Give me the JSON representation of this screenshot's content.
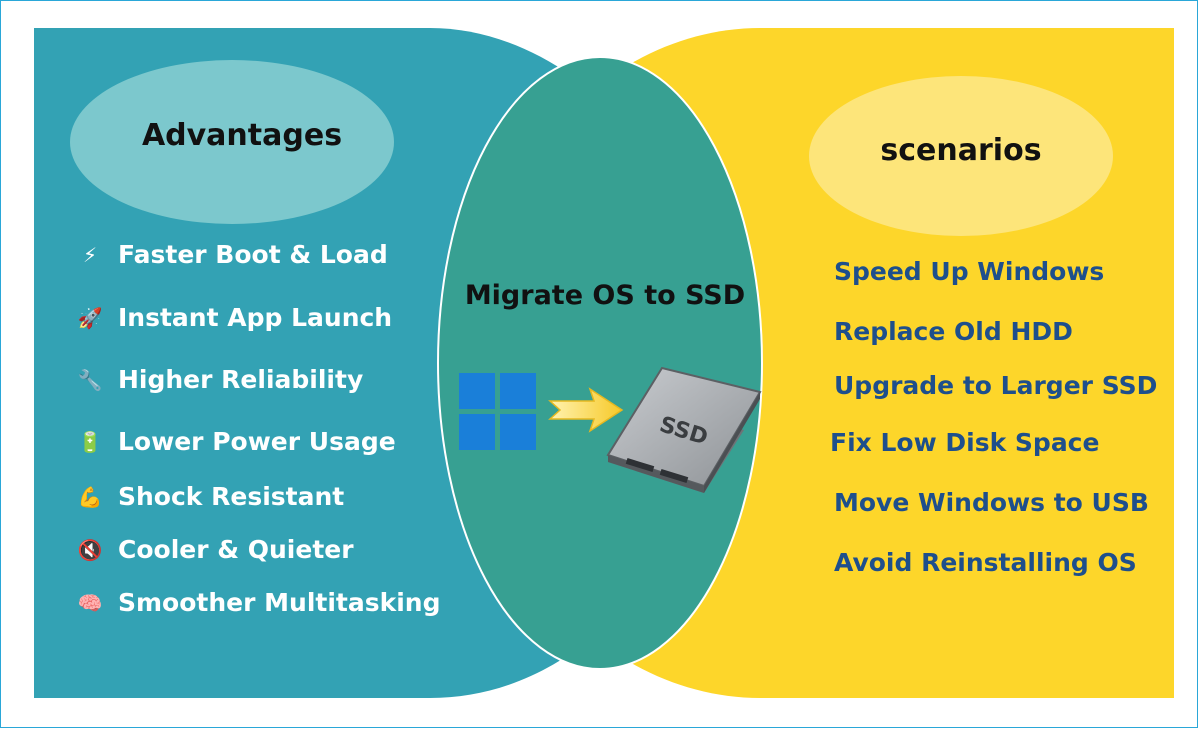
{
  "colors": {
    "left_fill": "#33a2b4",
    "right_fill": "#fdd62a",
    "overlap_fill": "#37a092",
    "adv_ellipse": "#7cc8cd",
    "scn_ellipse": "#fde57a",
    "left_text": "#ffffff",
    "right_text": "#1e4f8c"
  },
  "advantages": {
    "title": "Advantages",
    "items": [
      {
        "icon": "lightning-icon",
        "glyph": "⚡",
        "label": "Faster Boot & Load"
      },
      {
        "icon": "rocket-icon",
        "glyph": "🚀",
        "label": "Instant App Launch"
      },
      {
        "icon": "wrench-icon",
        "glyph": "🔧",
        "label": "Higher Reliability"
      },
      {
        "icon": "battery-icon",
        "glyph": "🔋",
        "label": "Lower Power Usage"
      },
      {
        "icon": "flexed-arm-icon",
        "glyph": "💪",
        "label": "Shock Resistant"
      },
      {
        "icon": "muted-speaker-icon",
        "glyph": "🔇",
        "label": "Cooler & Quieter"
      },
      {
        "icon": "brain-icon",
        "glyph": "🧠",
        "label": "Smoother Multitasking"
      }
    ]
  },
  "center": {
    "title": "Migrate OS to SSD",
    "windows_icon": "windows-logo-icon",
    "arrow_icon": "arrow-right-icon",
    "ssd_icon": "ssd-drive-icon",
    "ssd_label": "SSD"
  },
  "scenarios": {
    "title": "scenarios",
    "items": [
      "Speed Up Windows",
      "Replace Old HDD",
      "Upgrade to Larger SSD",
      "Fix Low Disk Space",
      "Move Windows to USB",
      "Avoid Reinstalling OS"
    ]
  }
}
